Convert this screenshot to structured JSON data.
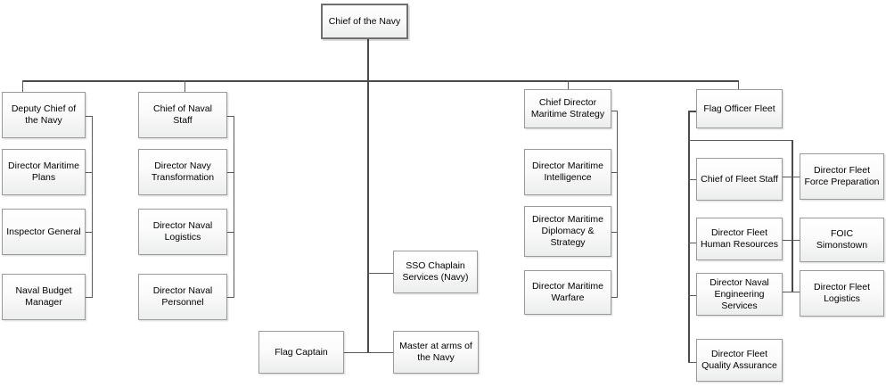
{
  "diagram": {
    "title": "Chief of the Navy organisational chart",
    "type": "org-chart",
    "colors": {
      "box_border": "#9a9a9a",
      "root_border": "#6f6f6f",
      "box_fill_top": "#ffffff",
      "box_fill_bottom": "#eceded",
      "connector": "#595959",
      "text": "#000000",
      "background": "#ffffff"
    }
  },
  "nodes": {
    "root": {
      "label": "Chief of the Navy"
    },
    "deputy_chief_branch": [
      {
        "label": "Deputy Chief of the Navy"
      },
      {
        "label": "Director Maritime Plans"
      },
      {
        "label": "Inspector General"
      },
      {
        "label": "Naval Budget Manager"
      }
    ],
    "naval_staff_branch": [
      {
        "label": "Chief of Naval Staff"
      },
      {
        "label": "Director Navy Transformation"
      },
      {
        "label": "Director Naval Logistics"
      },
      {
        "label": "Director Naval Personnel"
      }
    ],
    "maritime_strategy_branch": [
      {
        "label": "Chief Director Maritime Strategy"
      },
      {
        "label": "Director Maritime Intelligence"
      },
      {
        "label": "Director Maritime Diplomacy & Strategy"
      },
      {
        "label": "Director Maritime Warfare"
      }
    ],
    "flag_officer_fleet_branch": [
      {
        "label": "Flag Officer Fleet"
      },
      {
        "label": "Chief of Fleet Staff"
      },
      {
        "label": "Director Fleet Human Resources"
      },
      {
        "label": "Director Naval Engineering Services"
      },
      {
        "label": "Director Fleet Quality Assurance"
      }
    ],
    "fleet_right_branch": [
      {
        "label": "Director Fleet Force Preparation"
      },
      {
        "label": "FOIC Simonstown"
      },
      {
        "label": "Director Fleet Logistics"
      }
    ],
    "centre_branch": [
      {
        "label": "SSO Chaplain Services (Navy)"
      },
      {
        "label": "Flag Captain"
      },
      {
        "label": "Master at arms of the Navy"
      }
    ]
  }
}
